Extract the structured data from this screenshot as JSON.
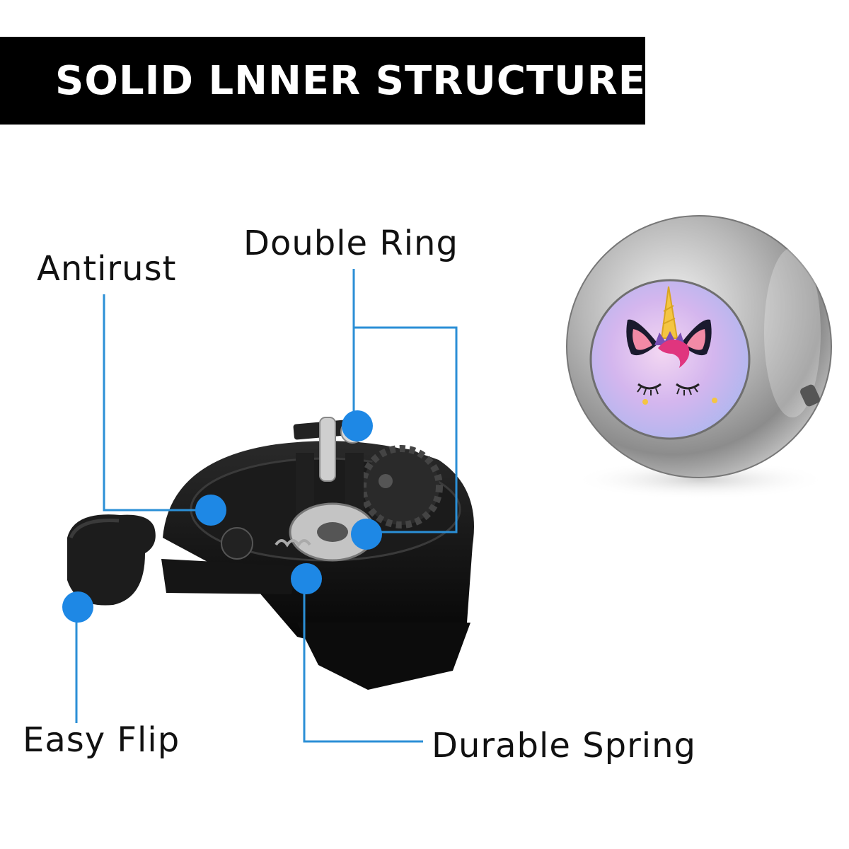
{
  "title": "SOLID LNNER STRUCTURE",
  "callouts": {
    "antirust": "Antirust",
    "double_ring": "Double Ring",
    "easy_flip": "Easy Flip",
    "durable_spring": "Durable Spring"
  },
  "colors": {
    "title_bg": "#000000",
    "title_text": "#ffffff",
    "callout_dot": "#1e88e5",
    "leader_line": "#2b8fd6",
    "mechanism_body": "#111111",
    "bell_chrome": "#a9a9a9",
    "bell_face": "#c9b8ef"
  },
  "icons": {
    "bell_face_art": "unicorn-face-icon"
  }
}
